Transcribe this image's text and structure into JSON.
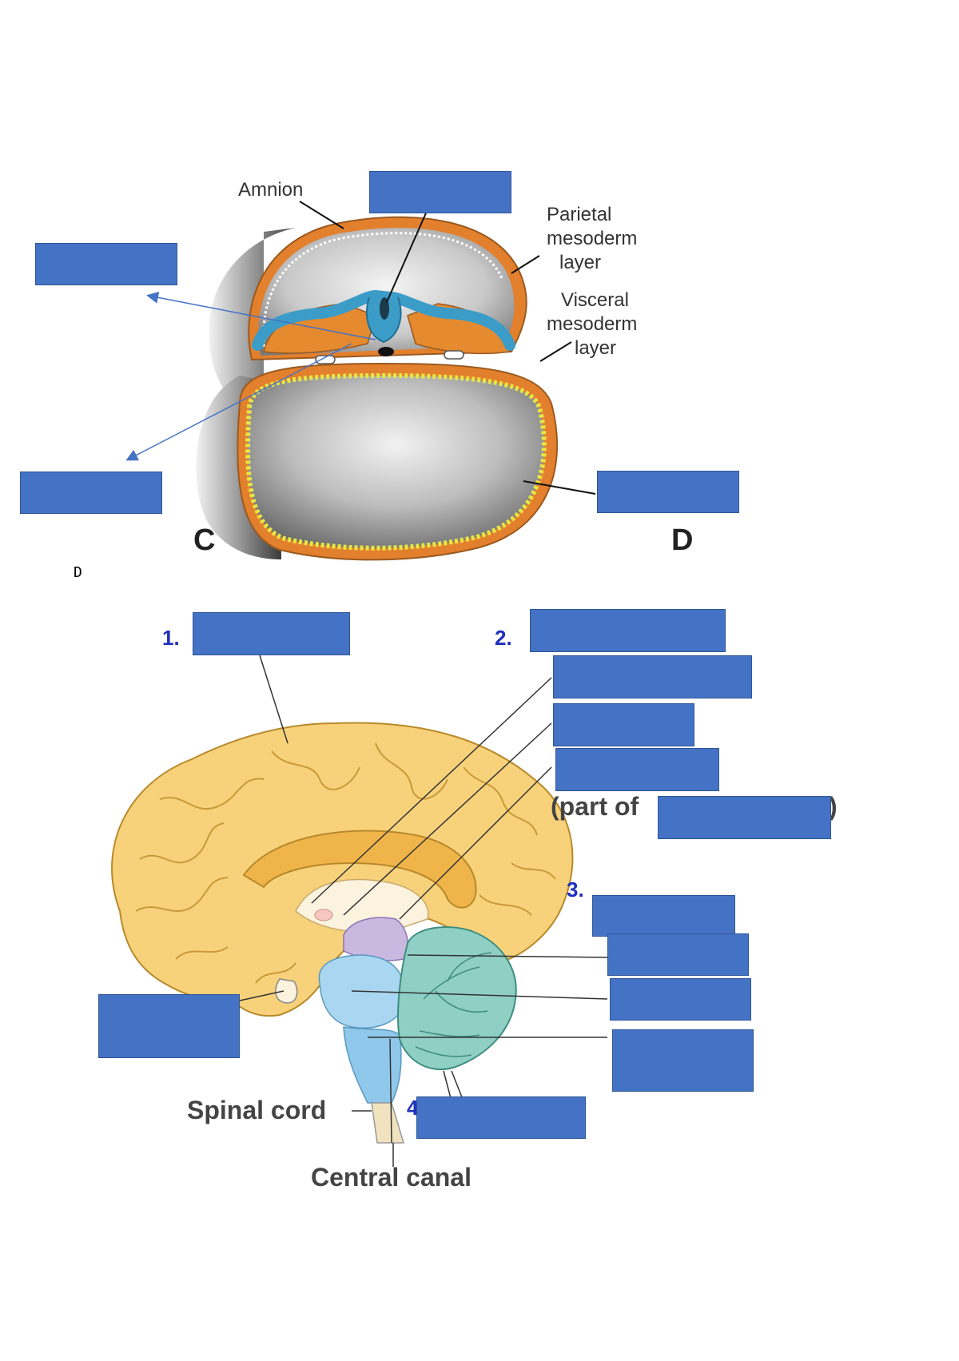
{
  "embryo": {
    "labels": {
      "amnion": "Amnion",
      "parietal": [
        "Parietal",
        "mesoderm",
        "layer"
      ],
      "visceral": [
        "Visceral",
        "mesoderm",
        "layer"
      ],
      "letter_c": "C",
      "letter_d": "D"
    }
  },
  "page_letter": "D",
  "brain": {
    "numbers": {
      "n1": "1.",
      "n2": "2.",
      "n3": "3.",
      "n4": "4"
    },
    "labels": {
      "part_of": "(part of",
      "close_paren": ")",
      "spinal_cord": "Spinal cord",
      "central_canal": "Central canal"
    }
  },
  "answer_boxes_count": 16,
  "colors": {
    "answer_box": "#4472c4",
    "neural_blue": "#3b9cc8",
    "mesoderm_orange": "#e0802a",
    "endoderm_yellow": "#e6e645",
    "cerebrum": "#f7d27a",
    "cerebellum": "#8fcfc4",
    "brainstem": "#a9d6f0",
    "midbrain": "#c9b8e0",
    "number_blue": "#1f2fbf"
  }
}
